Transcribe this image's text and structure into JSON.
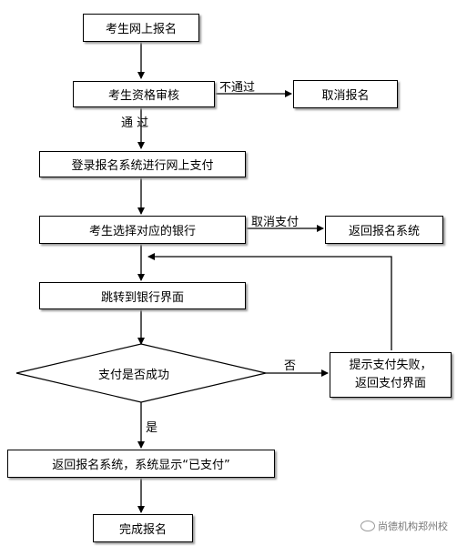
{
  "nodes": {
    "start": "考生网上报名",
    "review": "考生资格审核",
    "cancel_reg": "取消报名",
    "login_pay": "登录报名系统进行网上支付",
    "choose_bank": "考生选择对应的银行",
    "back_system": "返回报名系统",
    "jump_bank": "跳转到银行界面",
    "decision": "支付是否成功",
    "fail_line1": "提示支付失败，",
    "fail_line2": "返回支付界面",
    "show_paid": "返回报名系统，系统显示“已支付”",
    "done": "完成报名"
  },
  "labels": {
    "not_pass": "不通过",
    "pass": "通  过",
    "cancel_pay": "取消支付",
    "no": "否",
    "yes": "是"
  },
  "watermark": "尚德机构郑州校",
  "colors": {
    "line": "#000000",
    "shadow": "#9a9a9a"
  }
}
